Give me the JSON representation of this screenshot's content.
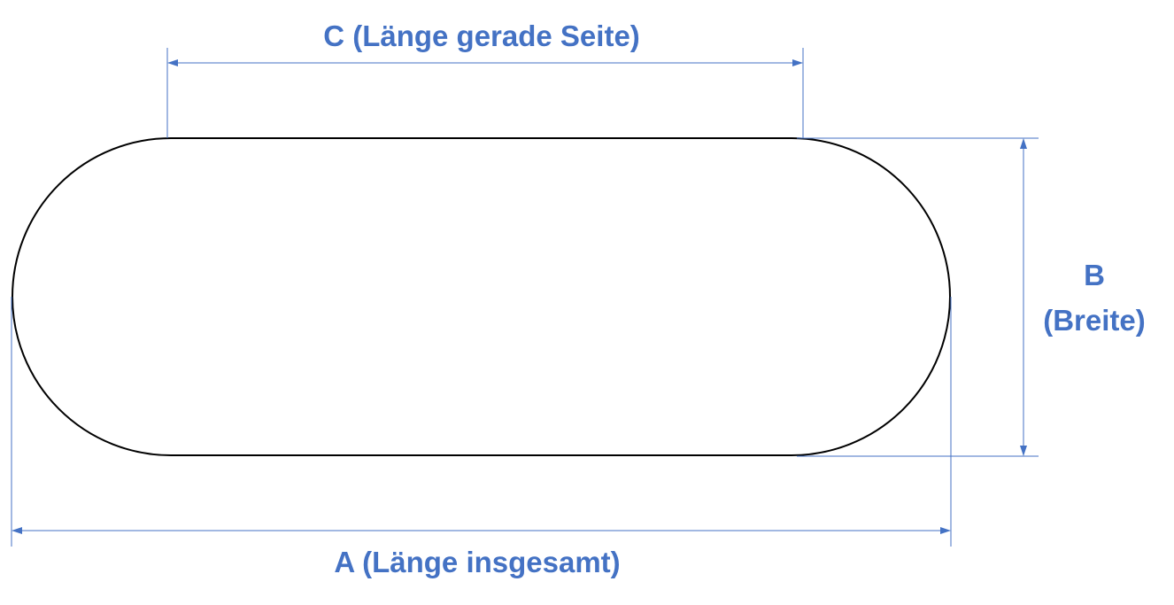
{
  "labels": {
    "c": "C (Länge gerade Seite)",
    "b_line1": "B",
    "b_line2": "(Breite)",
    "a": "A (Länge insgesamt)"
  },
  "colors": {
    "dimension": "#4472C4",
    "outline": "#000000",
    "background": "#FFFFFF"
  }
}
